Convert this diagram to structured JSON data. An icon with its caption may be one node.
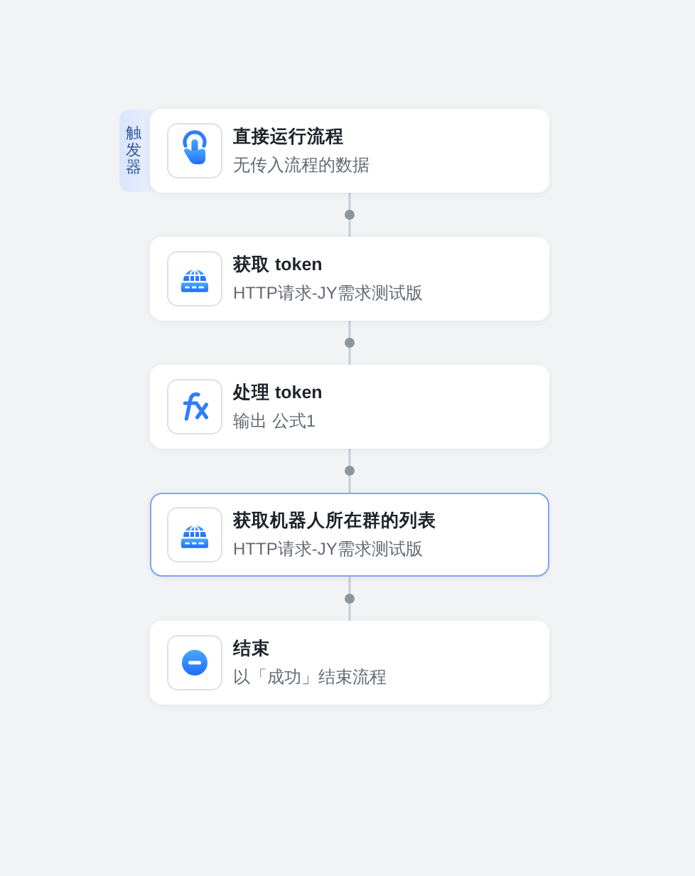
{
  "diagram": {
    "nodes": [
      {
        "text": [
          "直接运行流程",
          "无传入流程的数据"
        ],
        "beside": [
          "触发器"
        ]
      },
      {
        "text": [
          "获取 token",
          "HTTP请求-JY需求测试版"
        ]
      },
      {
        "text": [
          "处理 token",
          "输出 公式1"
        ]
      },
      {
        "text": [
          "获取机器人所在群的列表",
          "HTTP请求-JY需求测试版"
        ]
      },
      {
        "text": [
          "结束",
          "以「成功」结束流程"
        ]
      }
    ],
    "edges": [
      {
        "from": 0,
        "to": 1,
        "arrow": "none"
      },
      {
        "from": 1,
        "to": 2,
        "arrow": "none"
      },
      {
        "from": 2,
        "to": 3,
        "arrow": "none"
      },
      {
        "from": 3,
        "to": 4,
        "arrow": "none"
      }
    ]
  }
}
